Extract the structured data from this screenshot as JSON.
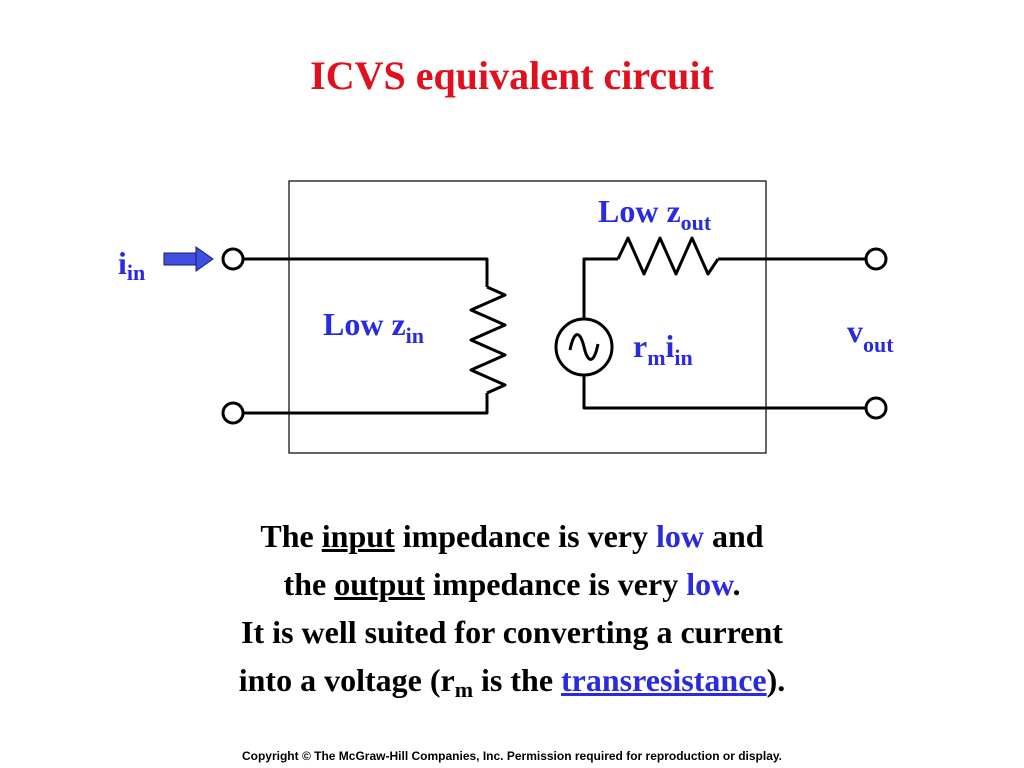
{
  "title": "ICVS equivalent circuit",
  "colors": {
    "title": "#e0101e",
    "accent": "#2a2ae0",
    "arrow": "#3f4fe0",
    "text": "#000000"
  },
  "circuit": {
    "input_current": {
      "main": "i",
      "sub": "in"
    },
    "input_impedance": {
      "main": "Low z",
      "sub": "in"
    },
    "output_impedance": {
      "main": "Low z",
      "sub": "out"
    },
    "source": {
      "r": "r",
      "r_sub": "m",
      "i": "i",
      "i_sub": "in"
    },
    "output_voltage": {
      "main": "v",
      "sub": "out"
    },
    "icons": [
      "input-arrow-icon",
      "resistor-icon",
      "ac-source-icon",
      "terminal-icon"
    ]
  },
  "body": {
    "line1": {
      "a": "The ",
      "b": "input",
      "c": " impedance is very ",
      "d": "low",
      "e": " and"
    },
    "line2": {
      "a": "the ",
      "b": "output",
      "c": " impedance is very ",
      "d": "low",
      "e": "."
    },
    "line3": "It is well suited for converting a current",
    "line4": {
      "a": "into a voltage (r",
      "sub": "m",
      "b": " is the ",
      "c": "transresistance",
      "d": ")."
    }
  },
  "copyright": "Copyright © The McGraw-Hill Companies, Inc. Permission required for reproduction or display."
}
